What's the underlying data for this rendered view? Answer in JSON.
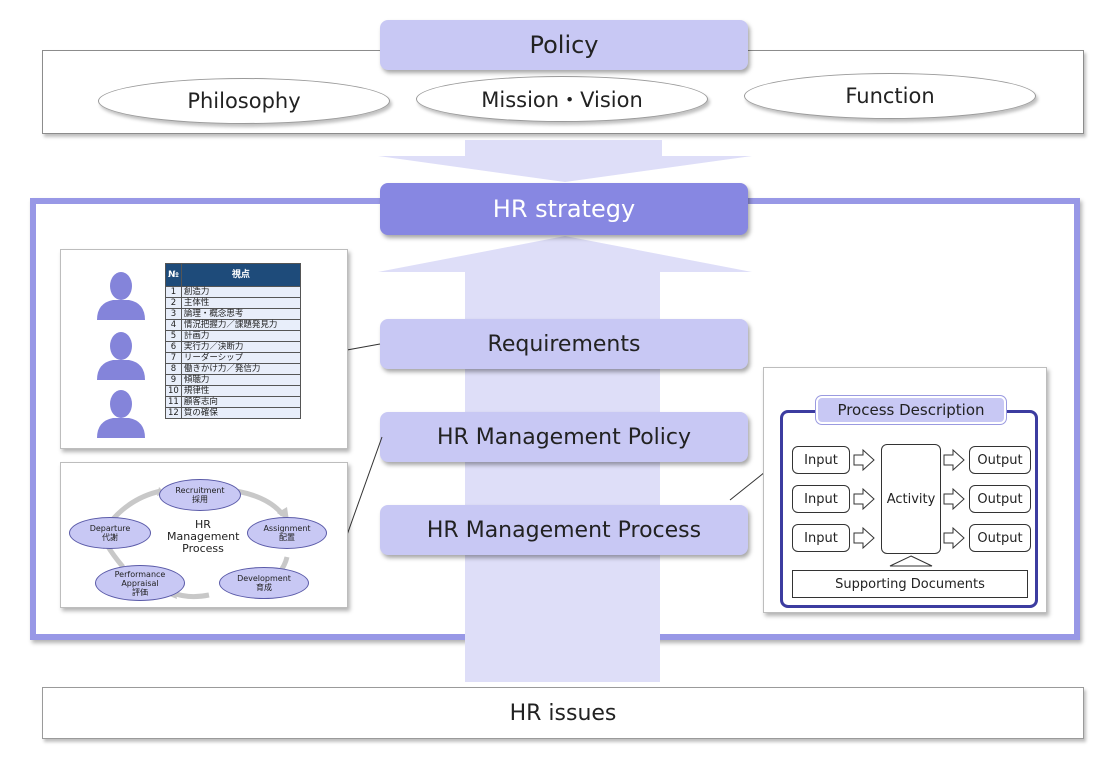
{
  "policy": {
    "title": "Policy",
    "items": [
      "Philosophy",
      "Mission・Vision",
      "Function"
    ]
  },
  "strategy": {
    "title": "HR strategy",
    "items": [
      "Requirements",
      "HR Management Policy",
      "HR Management Process"
    ]
  },
  "issues": "HR issues",
  "criteria_table": {
    "header_no": "№",
    "header_label": "視点",
    "rows": [
      {
        "no": "1",
        "label": "創造力"
      },
      {
        "no": "2",
        "label": "主体性"
      },
      {
        "no": "3",
        "label": "論理・概念思考"
      },
      {
        "no": "4",
        "label": "情況把握力／課題発見力"
      },
      {
        "no": "5",
        "label": "計画力"
      },
      {
        "no": "6",
        "label": "実行力／決断力"
      },
      {
        "no": "7",
        "label": "リーダーシップ"
      },
      {
        "no": "8",
        "label": "働きかけ力／発信力"
      },
      {
        "no": "9",
        "label": "傾聴力"
      },
      {
        "no": "10",
        "label": "規律性"
      },
      {
        "no": "11",
        "label": "顧客志向"
      },
      {
        "no": "12",
        "label": "質の確保"
      }
    ]
  },
  "cycle": {
    "center": [
      "HR",
      "Management",
      "Process"
    ],
    "stages": [
      {
        "en": "Recruitment",
        "ja": "採用"
      },
      {
        "en": "Assignment",
        "ja": "配置"
      },
      {
        "en": "Development",
        "ja": "育成"
      },
      {
        "en": "Performance Appraisal",
        "ja": "評価"
      },
      {
        "en": "Departure",
        "ja": "代謝"
      }
    ]
  },
  "process": {
    "title": "Process Description",
    "inputs": [
      "Input",
      "Input",
      "Input"
    ],
    "activity": "Activity",
    "outputs": [
      "Output",
      "Output",
      "Output"
    ],
    "supporting": "Supporting Documents"
  },
  "colors": {
    "accent": "#8787e2",
    "light": "#c8c8f4",
    "arrow": "#dedef8",
    "frame": "#9898e6",
    "table_header": "#1e4b7a"
  }
}
